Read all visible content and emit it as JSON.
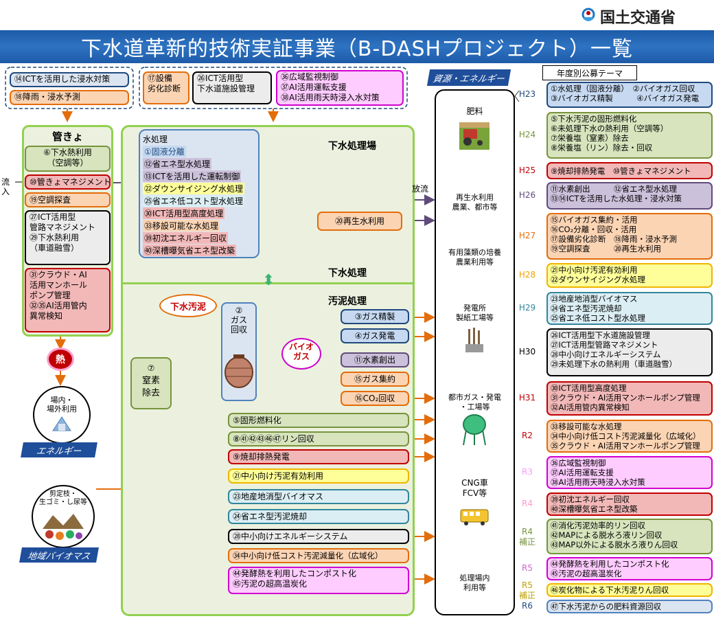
{
  "ministry": "国土交通省",
  "title": "下水道革新的技術実証事業（B-DASHプロジェクト）一覧",
  "top_groups": {
    "left": [
      "⑭ICTを活用した浸水対策",
      "⑱降雨・浸水予測"
    ],
    "mid_a": [
      "⑰設備",
      "劣化診断"
    ],
    "mid_b": [
      "㉖ICT活用型",
      "下水道施設管理"
    ],
    "mid_c": [
      "㊱広域監視制御",
      "㊲AI活用運転支援",
      "㊳AI活用雨天時浸入水対策"
    ]
  },
  "sewer_pipe": {
    "title": "管きょ",
    "inflow": "流入",
    "items": [
      "⑥下水熱利用",
      "（空調等）",
      "⑩管きょマネジメント",
      "⑲空調探査",
      "㉗ICT活用型",
      "管路マネジメント",
      "㉙下水熱利用",
      "（車道融雪）",
      "㉛クラウド・AI",
      "活用マンホール",
      "ポンプ管理",
      "㉜㉟AI活用管内",
      "異常検知"
    ]
  },
  "heat": "熱",
  "energy_use": {
    "lines": [
      "場内・",
      "場外利用"
    ],
    "label": "エネルギー"
  },
  "regional_biomass": {
    "lines": [
      "剪定枝・",
      "生ゴミ・し尿等"
    ],
    "label": "地域バイオマス"
  },
  "plant": {
    "title": "下水処理場",
    "water_treatment_title": "水処理",
    "water_items": [
      "①固液分離",
      "⑫省エネ型水処理",
      "⑬ICTを活用した運転制御",
      "㉒ダウンサイジング水処理",
      "㉕省エネ低コスト型水処理",
      "㉚ICT活用型高度処理",
      "㉝移設可能な水処理",
      "㊴初沈エネルギー回収",
      "㊵深槽曝気省エネ型改築"
    ],
    "sewage_treatment": "下水処理",
    "discharge": "放流",
    "reuse": "⑳再生水利用",
    "sludge_title": "汚泥処理",
    "sludge": "下水汚泥",
    "gas_recovery": [
      "②",
      "ガス",
      "回収"
    ],
    "nitrogen": [
      "⑦",
      "窒素",
      "除去"
    ],
    "biogas": [
      "バイオ",
      "ガス"
    ],
    "gas_items": [
      "③ガス精製",
      "④ガス発電",
      "⑪水素創出",
      "⑮ガス集約",
      "⑯CO₂回収"
    ],
    "sludge_items": [
      "⑤固形燃料化",
      "⑧㊶㊷㊸㊻㊼リン回収",
      "⑨焼却排熱発電",
      "㉑中小向け汚泥有効利用",
      "㉓地産地消型バイオマス",
      "㉔省エネ型汚泥焼却",
      "㉘中小向けエネルギーシステム",
      "㉞中小向け低コスト汚泥減量化（広域化）",
      "㊹発酵熱を利用したコンポスト化",
      "㊺汚泥の超高温炭化"
    ]
  },
  "resources": {
    "header": "資源・エネルギー",
    "items": [
      "肥料",
      "再生水利用",
      "農業、都市等",
      "有用藻類の培養",
      "農業利用等",
      "発電所",
      "製紙工場等",
      "都市ガス・発電",
      "・工場等",
      "CNG車",
      "FCV等",
      "処理場内",
      "利用等"
    ]
  },
  "themes_header": "年度別公募テーマ",
  "themes": [
    {
      "year": "H23",
      "color": "#1f497d",
      "style": "blue",
      "lines": [
        "①水処理（固液分離）　②バイオガス回収",
        "③バイオガス精製　　　④バイオガス発電"
      ]
    },
    {
      "year": "H24",
      "color": "#77933c",
      "style": "green",
      "lines": [
        "⑤下水汚泥の固形燃料化",
        "⑥未処理下水の熱利用（空調等）",
        "⑦栄養塩（窒素）除去",
        "⑧栄養塩（リン）除去・回収"
      ]
    },
    {
      "year": "H25",
      "color": "#c00000",
      "style": "red",
      "lines": [
        "⑨焼却排熱発電　⑩管きょマネジメント"
      ]
    },
    {
      "year": "H26",
      "color": "#604a7b",
      "style": "purple",
      "lines": [
        "⑪水素創出　　　⑫省エネ型水処理",
        "⑬⑭ICTを活用した水処理・浸水対策"
      ]
    },
    {
      "year": "H27",
      "color": "#e46c0a",
      "style": "orange",
      "lines": [
        "⑮バイオガス集約・活用",
        "⑯CO₂分離・回収・活用",
        "⑰設備劣化診断　⑱降雨・浸水予測",
        "⑲空調探査　　　⑳再生水利用"
      ]
    },
    {
      "year": "H28",
      "color": "#f0a000",
      "style": "yellow",
      "lines": [
        "㉑中小向け汚泥有効利用",
        "㉒ダウンサイジング水処理"
      ]
    },
    {
      "year": "H29",
      "color": "#31859c",
      "style": "teal",
      "lines": [
        "㉓地産地消型バイオマス",
        "㉔省エネ型汚泥焼却",
        "㉕省エネ低コスト型水処理"
      ]
    },
    {
      "year": "H30",
      "color": "#000000",
      "style": "gray",
      "lines": [
        "㉖ICT活用型下水道施設管理",
        "㉗ICT活用型管路マネジメント",
        "㉘中小向けエネルギーシステム",
        "㉙未処理下水の熱利用（車道融雪）"
      ]
    },
    {
      "year": "H31",
      "color": "#c00000",
      "style": "deepred",
      "lines": [
        "㉚ICT活用型高度処理",
        "㉛クラウド・AI活用マンホールポンプ管理",
        "㉜AI活用管内異常検知"
      ]
    },
    {
      "year": "R2",
      "color": "#c00000",
      "style": "orange",
      "lines": [
        "㉝移設可能な水処理",
        "㉞中小向け低コスト汚泥減量化（広域化）",
        "㉟クラウド・AI活用マンホールポンプ管理"
      ]
    },
    {
      "year": "R3",
      "color": "#ff99ff",
      "style": "magenta",
      "lines": [
        "㊱広域監視制御",
        "㊲AI活用運転支援",
        "㊳AI活用雨天時浸入水対策"
      ]
    },
    {
      "year": "R4",
      "color": "#ff99cc",
      "style": "red",
      "lines": [
        "㊴初沈エネルギー回収",
        "㊵深槽曝気省エネ型改築"
      ]
    },
    {
      "year": "R4\n補正",
      "color": "#77933c",
      "style": "green",
      "lines": [
        "㊶消化汚泥効率的リン回収",
        "㊷MAPによる脱水ろ液リン回収",
        "㊸MAP以外による脱水ろ液りん回収"
      ]
    },
    {
      "year": "R5",
      "color": "#cc66cc",
      "style": "magenta",
      "lines": [
        "㊹発酵熱を利用したコンポスト化",
        "㊺汚泥の超高温炭化"
      ]
    },
    {
      "year": "R5\n補正",
      "color": "#c0a000",
      "style": "yellow",
      "lines": [
        "㊻炭化物による下水汚泥りん回収"
      ]
    },
    {
      "year": "R6",
      "color": "#1f497d",
      "style": "lblue",
      "lines": [
        "㊼下水汚泥からの肥料資源回収"
      ]
    }
  ]
}
